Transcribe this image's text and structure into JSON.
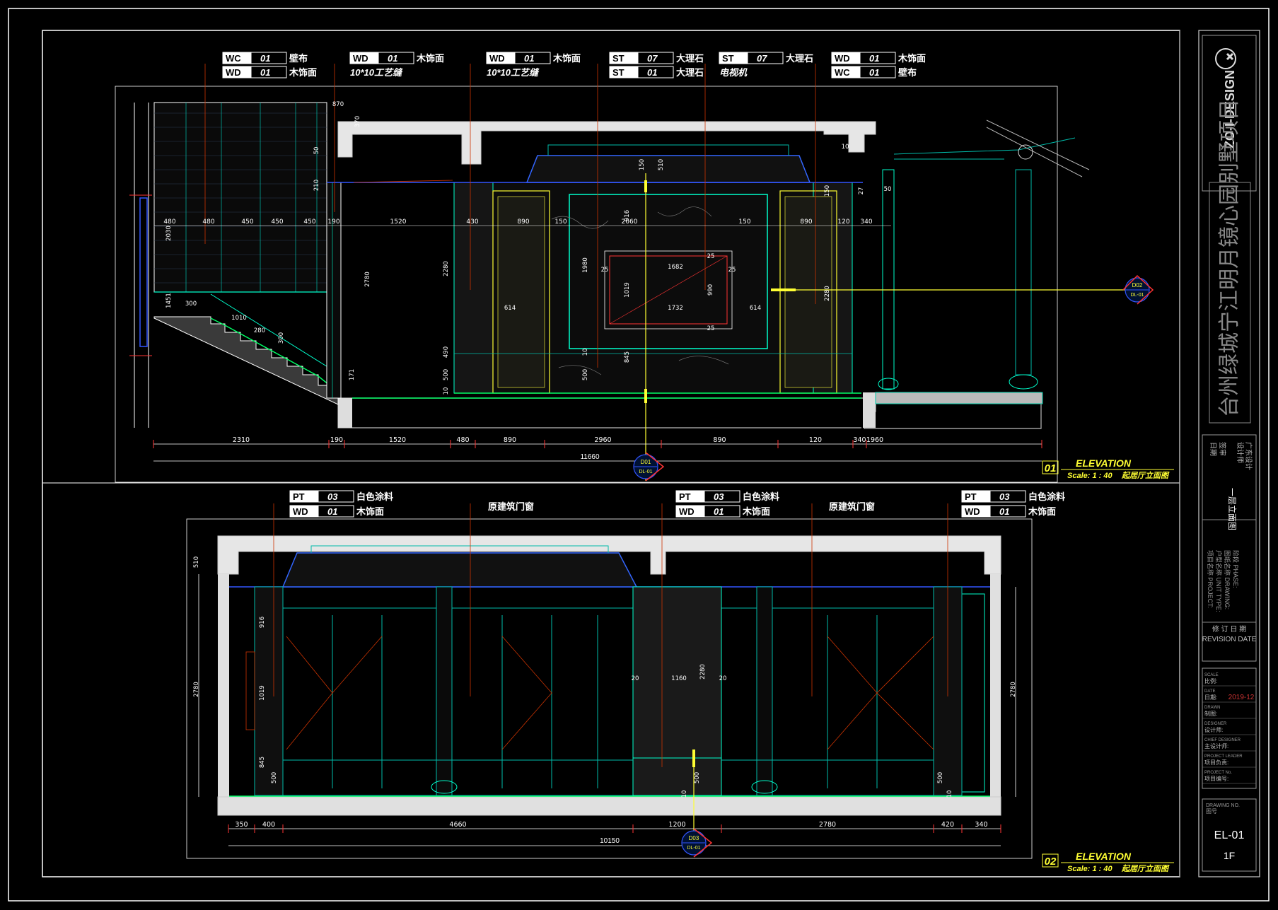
{
  "sheet": {
    "tb_company_v": "ZO-I-DESIGN",
    "tb_project_v": "台州绿城宁江明月镜心园别墅项目",
    "tb_cols": [
      "日期",
      "签审",
      "设计师",
      "广东设计"
    ],
    "tb_drawing_name": "一层立面图",
    "tb_info_lines": [
      "项目名称 PROJECT:",
      "户型名称 UNIT TYPE:",
      "图纸名称 DRAWING:",
      "阶段 PHASE:"
    ],
    "revision_cn": "修 订 日 期",
    "revision_en": "REVISION DATE",
    "meta_rows": [
      {
        "en": "SCALE",
        "cn": "比例:",
        "val": ""
      },
      {
        "en": "DATE",
        "cn": "日期:",
        "val": "2019-12"
      },
      {
        "en": "DRAWN",
        "cn": "制图:",
        "val": ""
      },
      {
        "en": "DESIGNER",
        "cn": "设计师:",
        "val": ""
      },
      {
        "en": "CHIEF DESIGNER",
        "cn": "主设计师:",
        "val": ""
      },
      {
        "en": "PROJECT LEADER",
        "cn": "项目负责:",
        "val": ""
      },
      {
        "en": "PROJECT No.",
        "cn": "项目编号:",
        "val": ""
      }
    ],
    "drawing_no_label_en": "DRAWING NO.",
    "drawing_no_label_cn": "图号",
    "drawing_no": "EL-01",
    "floor": "1F"
  },
  "elevation1": {
    "number": "01",
    "title": "ELEVATION",
    "scale": "Scale: 1 : 40",
    "name_cn": "起居厅立面图",
    "tags": [
      {
        "code": "WC",
        "num": "01",
        "label": "壁布"
      },
      {
        "code": "WD",
        "num": "01",
        "label": "木饰面"
      },
      {
        "code": "WD",
        "num": "01",
        "label": "木饰面"
      },
      {
        "code": "WD",
        "num": "01",
        "label": "木饰面"
      },
      {
        "code": "ST",
        "num": "07",
        "label": "大理石"
      },
      {
        "code": "ST",
        "num": "01",
        "label": "大理石"
      },
      {
        "code": "ST",
        "num": "07",
        "label": "大理石"
      },
      {
        "code": "WD",
        "num": "01",
        "label": "木饰面"
      },
      {
        "code": "WC",
        "num": "01",
        "label": "壁布"
      }
    ],
    "notes": [
      "10*10工艺缝",
      "10*10工艺缝",
      "电视机"
    ],
    "bottom_dims": [
      "2310",
      "190",
      "1520",
      "480",
      "890",
      "2960",
      "890",
      "120",
      "340",
      "1960"
    ],
    "total_dim": "11660",
    "inner_h_dims": [
      "480",
      "480",
      "450",
      "450",
      "450",
      "190",
      "1520",
      "430",
      "890",
      "150",
      "2660",
      "150",
      "890",
      "120",
      "340"
    ],
    "small_dims": [
      "1682",
      "1732",
      "614",
      "614",
      "25",
      "25",
      "25",
      "25",
      "916",
      "1019",
      "845",
      "990",
      "1980",
      "2280",
      "2780",
      "2280",
      "2030",
      "1451",
      "300",
      "1010",
      "280",
      "300",
      "171",
      "500",
      "500",
      "490",
      "10",
      "10",
      "150",
      "150",
      "510",
      "370",
      "50",
      "870",
      "210",
      "10",
      "27",
      "50"
    ],
    "section_marks": [
      {
        "top": "D01",
        "bottom": "DL-01"
      },
      {
        "top": "D02",
        "bottom": "DL-01"
      }
    ]
  },
  "elevation2": {
    "number": "02",
    "title": "ELEVATION",
    "scale": "Scale: 1 : 40",
    "name_cn": "起居厅立面图",
    "tags": [
      {
        "code": "PT",
        "num": "03",
        "label": "白色涂料"
      },
      {
        "code": "WD",
        "num": "01",
        "label": "木饰面"
      },
      {
        "code": "PT",
        "num": "03",
        "label": "白色涂料"
      },
      {
        "code": "WD",
        "num": "01",
        "label": "木饰面"
      },
      {
        "code": "PT",
        "num": "03",
        "label": "白色涂料"
      },
      {
        "code": "WD",
        "num": "01",
        "label": "木饰面"
      }
    ],
    "notes": [
      "原建筑门窗",
      "原建筑门窗"
    ],
    "bottom_dims": [
      "350",
      "400",
      "4660",
      "1200",
      "2780",
      "420",
      "340"
    ],
    "total_dim": "10150",
    "small_dims": [
      "510",
      "2780",
      "2780",
      "916",
      "1019",
      "845",
      "500",
      "20",
      "1160",
      "20",
      "2280",
      "500",
      "500",
      "10",
      "10"
    ],
    "section_mark": {
      "top": "D03",
      "bottom": "DL-01"
    }
  }
}
